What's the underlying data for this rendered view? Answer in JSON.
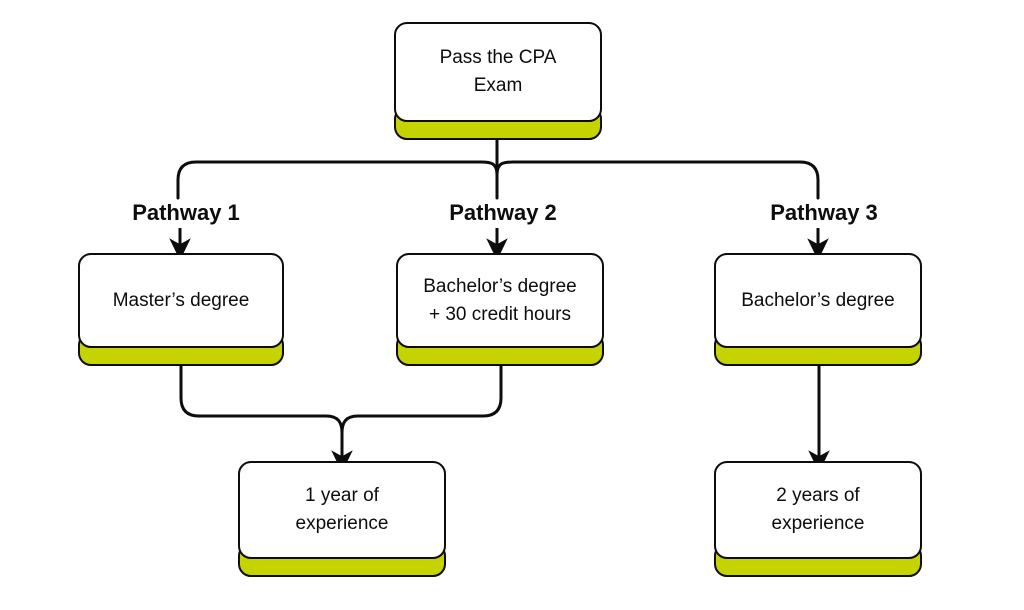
{
  "diagram": {
    "title": "CPA licensure pathways flowchart",
    "colors": {
      "accent": "#c5d400",
      "stroke": "#0d0d0d",
      "card": "#ffffff",
      "background": "#ffffff"
    },
    "nodes": [
      {
        "id": "exam",
        "label": "Pass the CPA\nExam"
      },
      {
        "id": "masters",
        "label": "Master’s degree"
      },
      {
        "id": "bach30",
        "label": "Bachelor’s degree\n+ 30 credit hours"
      },
      {
        "id": "bachelors",
        "label": "Bachelor’s degree"
      },
      {
        "id": "oneyear",
        "label": "1 year of\nexperience"
      },
      {
        "id": "twoyears",
        "label": "2 years of\nexperience"
      }
    ],
    "pathways": [
      {
        "id": "pathway-1",
        "label": "Pathway 1"
      },
      {
        "id": "pathway-2",
        "label": "Pathway 2"
      },
      {
        "id": "pathway-3",
        "label": "Pathway 3"
      }
    ],
    "connectors": [
      {
        "from": "exam",
        "to": "pathway-1",
        "arrow": "down"
      },
      {
        "from": "exam",
        "to": "pathway-2",
        "arrow": "down"
      },
      {
        "from": "exam",
        "to": "pathway-3",
        "arrow": "down"
      },
      {
        "from": "masters",
        "to": "oneyear",
        "arrow": "down"
      },
      {
        "from": "bach30",
        "to": "oneyear",
        "arrow": "down"
      },
      {
        "from": "bachelors",
        "to": "twoyears",
        "arrow": "down"
      }
    ]
  }
}
